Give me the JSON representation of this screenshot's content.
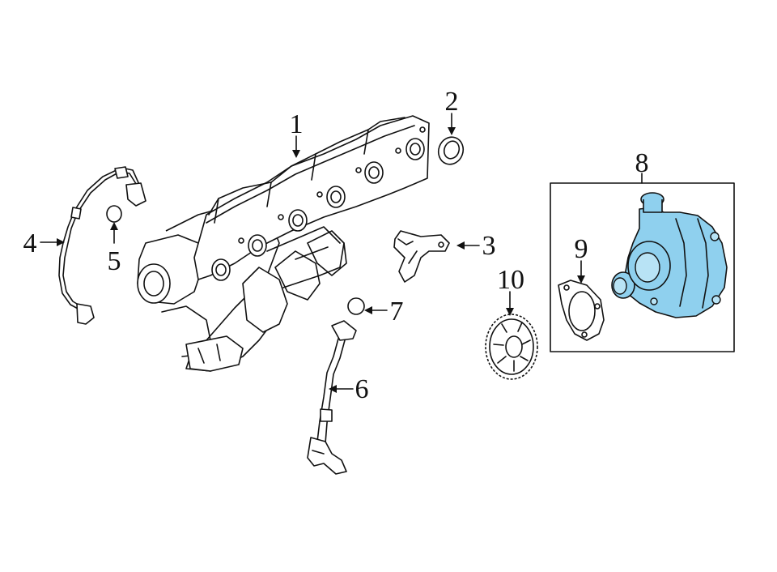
{
  "callouts": {
    "c1": "1",
    "c2": "2",
    "c3": "3",
    "c4": "4",
    "c5": "5",
    "c6": "6",
    "c7": "7",
    "c8": "8",
    "c9": "9",
    "c10": "10"
  },
  "colors": {
    "highlight": "#8fd0ee",
    "line": "#111111",
    "background": "#ffffff"
  }
}
